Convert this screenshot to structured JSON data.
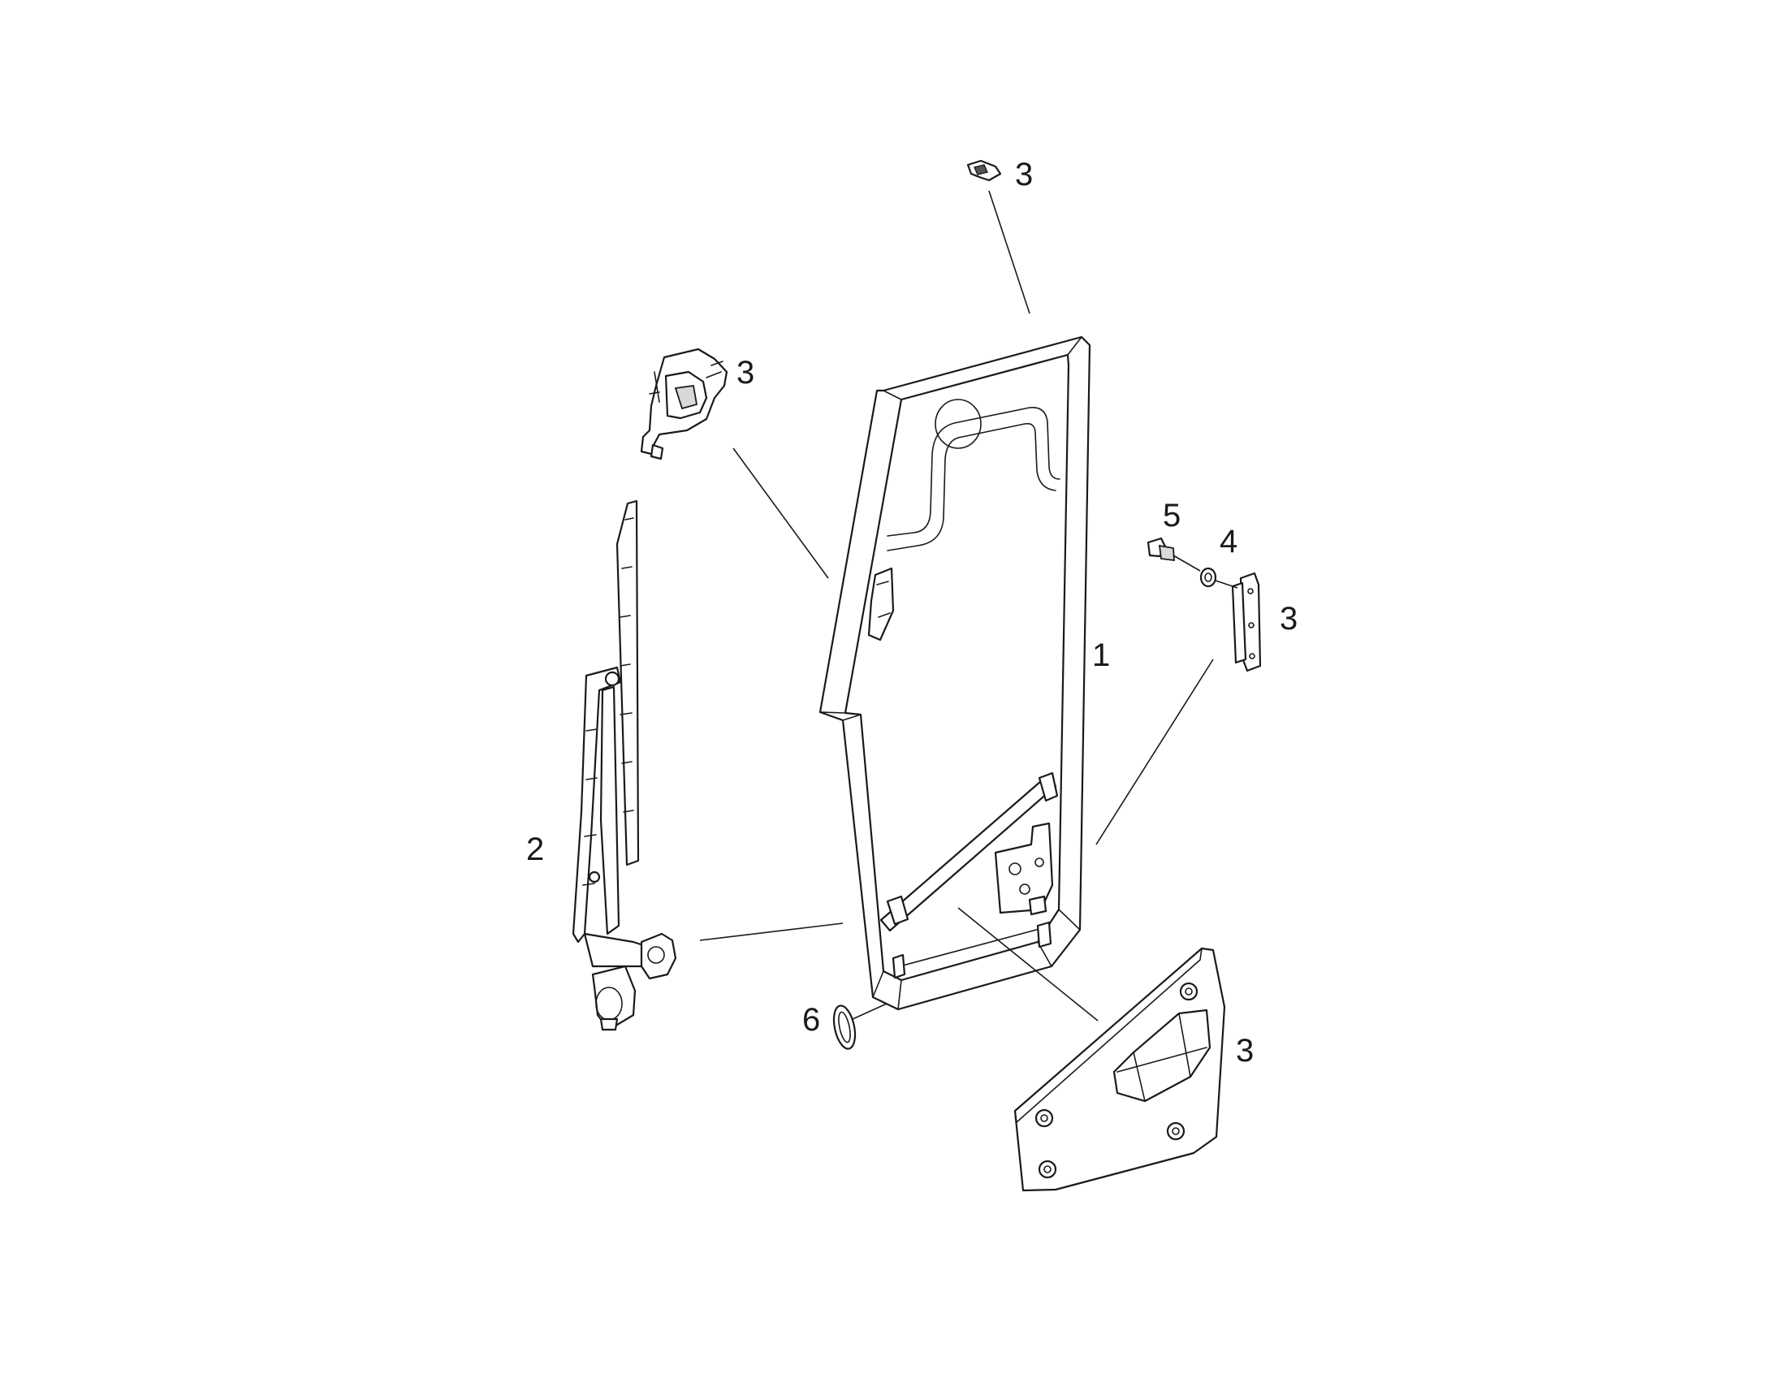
{
  "diagram": {
    "callouts": {
      "door_frame": "1",
      "wiper_assembly": "2",
      "top_clip": "3",
      "upper_hinge": "3",
      "side_hinge": "3",
      "lower_panel": "3",
      "bolt": "5",
      "washer": "4",
      "grommet": "6"
    }
  }
}
